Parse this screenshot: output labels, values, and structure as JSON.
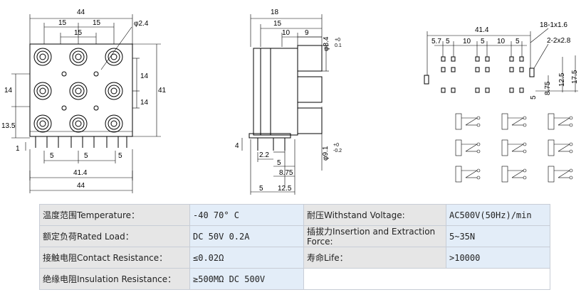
{
  "front_view": {
    "dims": [
      "44",
      "15",
      "15",
      "15",
      "φ2.4",
      "14",
      "14",
      "41",
      "14",
      "13.5",
      "1",
      "5",
      "5",
      "5",
      "41.4",
      "44"
    ]
  },
  "side_view": {
    "dims": [
      "18",
      "15",
      "10",
      "9",
      "φ8.4",
      "+0",
      "0.1",
      "4",
      "2.2",
      "5",
      "8.75",
      "5",
      "12.5",
      "φ9.1",
      "+0",
      "-0.2"
    ]
  },
  "pcb_layout": {
    "dims": [
      "41.4",
      "18-1x1.6",
      "5.7",
      "5",
      "10",
      "5",
      "10",
      "5",
      "2-2x2.8",
      "17.5",
      "12.5",
      "8.75",
      "5"
    ]
  },
  "specs": [
    {
      "label": "温度范围Temperature：",
      "value": "-40  70° C",
      "label2": "耐压Withstand Voltage:",
      "value2": "AC500V(50Hz)/min"
    },
    {
      "label": "额定负荷Rated Load：",
      "value": "DC 50V 0.2A",
      "label2": "插拔力Insertion and Extraction Force:",
      "value2": "5~35N"
    },
    {
      "label": "接触电阻Contact Resistance：",
      "value": "≤0.02Ω",
      "label2": "寿命Life：",
      "value2": ">10000"
    },
    {
      "label": "绝缘电阻Insulation Resistance：",
      "value": "≥500MΩ DC 500V",
      "label2": "",
      "value2": ""
    }
  ]
}
